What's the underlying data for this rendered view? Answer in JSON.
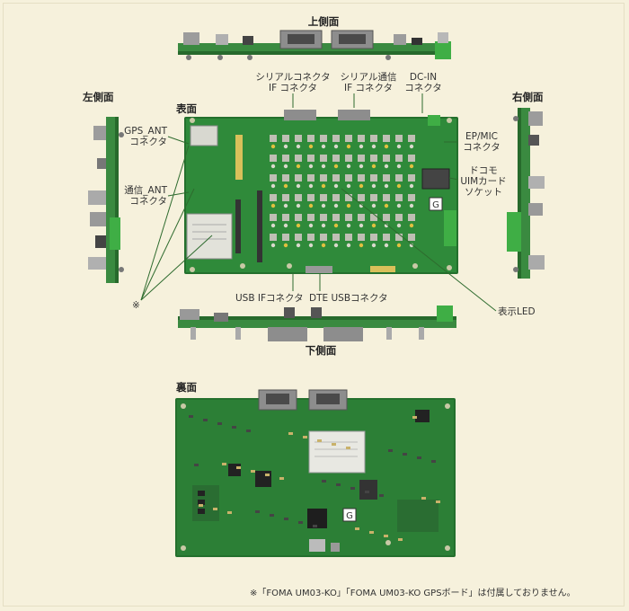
{
  "views": {
    "top": "上側面",
    "left": "左側面",
    "right": "右側面",
    "front": "表面",
    "bottom": "下側面",
    "back": "裏面"
  },
  "callouts": {
    "serial_if": [
      "シリアルコネクタ",
      "IF コネクタ"
    ],
    "serial_comm": [
      "シリアル通信",
      "IF コネクタ"
    ],
    "dc_in": [
      "DC-IN",
      "コネクタ"
    ],
    "gps_ant": [
      "GPS_ANT",
      "コネクタ"
    ],
    "comm_ant": [
      "通信_ANT",
      "コネクタ"
    ],
    "ep_mic": [
      "EP/MIC",
      "コネクタ"
    ],
    "uim": [
      "ドコモ",
      "UIMカード",
      "ソケット"
    ],
    "usb_if": "USB IFコネクタ",
    "dte_usb": "DTE USBコネクタ",
    "led": "表示LED",
    "mark": "※"
  },
  "footnote": "※「FOMA UM03-KO」「FOMA UM03-KO GPSボード」は付属しておりません。",
  "colors": {
    "background": "#f6f1dc",
    "pcb": "#2f8a3a",
    "line": "#2e6b2e"
  }
}
